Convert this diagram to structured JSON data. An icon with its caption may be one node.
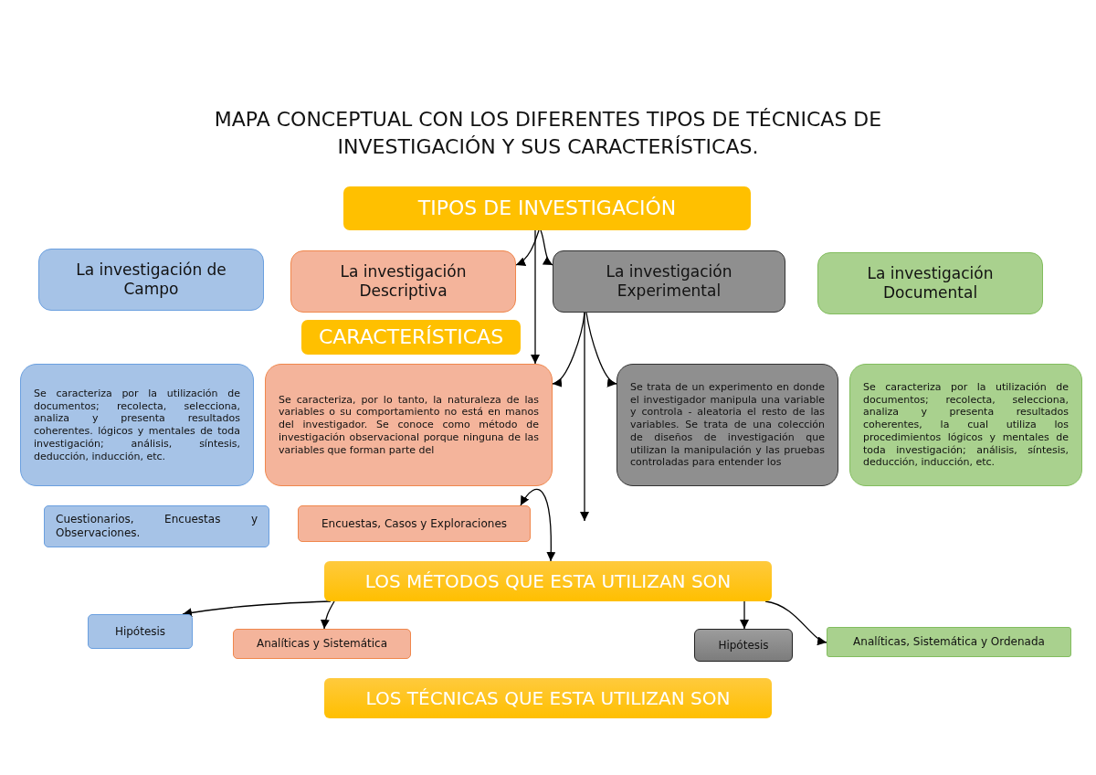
{
  "diagram": {
    "title": "MAPA CONCEPTUAL CON LOS DIFERENTES TIPOS DE TÉCNICAS DE INVESTIGACIÓN Y SUS CARACTERÍSTICAS.",
    "nodes": [
      {
        "text": [
          "TIPOS DE INVESTIGACIÓN"
        ]
      },
      {
        "text": [
          "La investigación de Campo"
        ]
      },
      {
        "text": [
          "La investigación Descriptiva"
        ]
      },
      {
        "text": [
          "La investigación Experimental"
        ]
      },
      {
        "text": [
          "La investigación Documental"
        ]
      },
      {
        "text": [
          "CARACTERÍSTICAS"
        ]
      },
      {
        "text": [
          "Se caracteriza por la utilización de documentos; recolecta, selecciona, analiza y presenta resultados coherentes. lógicos y mentales de toda investigación; análisis, síntesis, deducción, inducción, etc."
        ]
      },
      {
        "text": [
          "Se caracteriza, por lo tanto, la naturaleza de las variables o su comportamiento no está en manos del investigador. Se conoce como método de investigación observacional porque ninguna de las variables que forman parte del"
        ]
      },
      {
        "text": [
          "Se trata de un experimento en donde el investigador manipula una variable y controla - aleatoria el resto de las variables. Se trata de una colección de diseños de investigación que utilizan la manipulación y las pruebas controladas para entender los"
        ]
      },
      {
        "text": [
          "Se caracteriza por la utilización de documentos; recolecta, selecciona, analiza y presenta resultados coherentes, la cual utiliza los procedimientos lógicos y mentales de toda investigación; análisis, síntesis, deducción, inducción, etc."
        ]
      },
      {
        "text": [
          "Cuestionarios, Encuestas y Observaciones."
        ]
      },
      {
        "text": [
          "Encuestas, Casos y Exploraciones"
        ]
      },
      {
        "text": [
          "LOS MÉTODOS QUE ESTA UTILIZAN SON"
        ]
      },
      {
        "text": [
          "Hipótesis"
        ]
      },
      {
        "text": [
          "Analíticas y Sistemática"
        ]
      },
      {
        "text": [
          "Hipótesis"
        ]
      },
      {
        "text": [
          "Analíticas, Sistemática y Ordenada"
        ]
      },
      {
        "text": [
          "LOS TÉCNICAS QUE ESTA UTILIZAN SON"
        ]
      }
    ],
    "edges": [
      {
        "from": 0,
        "to": 2,
        "arrow": "to"
      },
      {
        "from": 0,
        "to": 3,
        "arrow": "to"
      },
      {
        "from": 0,
        "to": 7,
        "arrow": "to"
      },
      {
        "from": 3,
        "to": 7,
        "arrow": "to"
      },
      {
        "from": 3,
        "to": 8,
        "arrow": "to"
      },
      {
        "from": 3,
        "to": null,
        "arrow": "to"
      },
      {
        "from": 11,
        "to": 12,
        "arrow": "both"
      },
      {
        "from": 12,
        "to": 13,
        "arrow": "to"
      },
      {
        "from": 12,
        "to": 14,
        "arrow": "to"
      },
      {
        "from": 12,
        "to": 15,
        "arrow": "to"
      },
      {
        "from": 12,
        "to": 16,
        "arrow": "to"
      }
    ]
  }
}
